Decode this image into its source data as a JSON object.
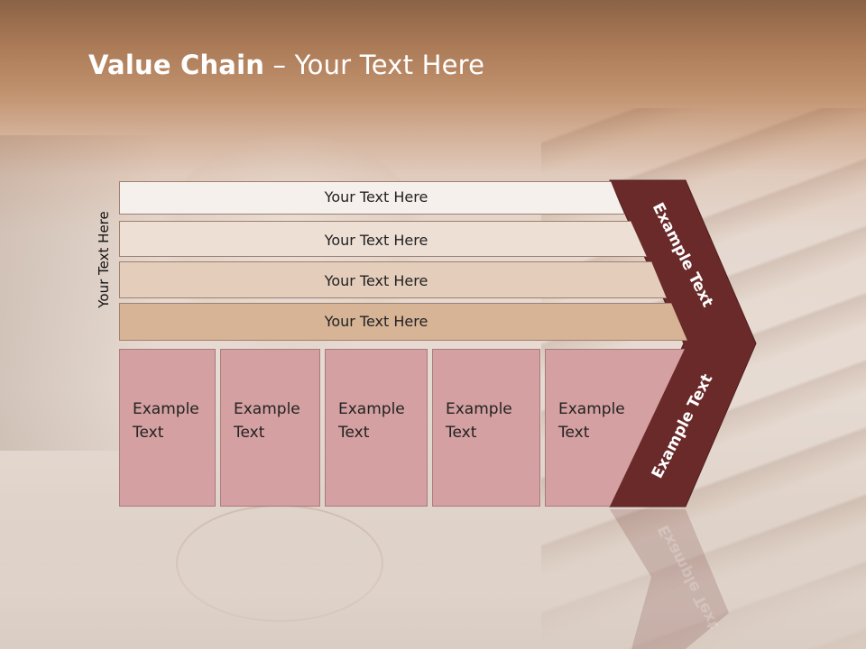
{
  "title": {
    "bold": "Value Chain",
    "rest": " – Your Text Here"
  },
  "side_label": "Your Text Here",
  "rows": [
    {
      "label": "Your Text Here",
      "fill": "#f5f0ec"
    },
    {
      "label": "Your Text Here",
      "fill": "#eddfd4"
    },
    {
      "label": "Your Text Here",
      "fill": "#e4cdbb"
    },
    {
      "label": "Your Text Here",
      "fill": "#d7b496"
    }
  ],
  "boxes": [
    {
      "line1": "Example",
      "line2": "Text"
    },
    {
      "line1": "Example",
      "line2": "Text"
    },
    {
      "line1": "Example",
      "line2": "Text"
    },
    {
      "line1": "Example",
      "line2": "Text"
    },
    {
      "line1": "Example",
      "line2": "Text"
    }
  ],
  "chevron": {
    "upper_text": "Example Text",
    "lower_text": "Example Text",
    "color": "#6b2a2a"
  }
}
